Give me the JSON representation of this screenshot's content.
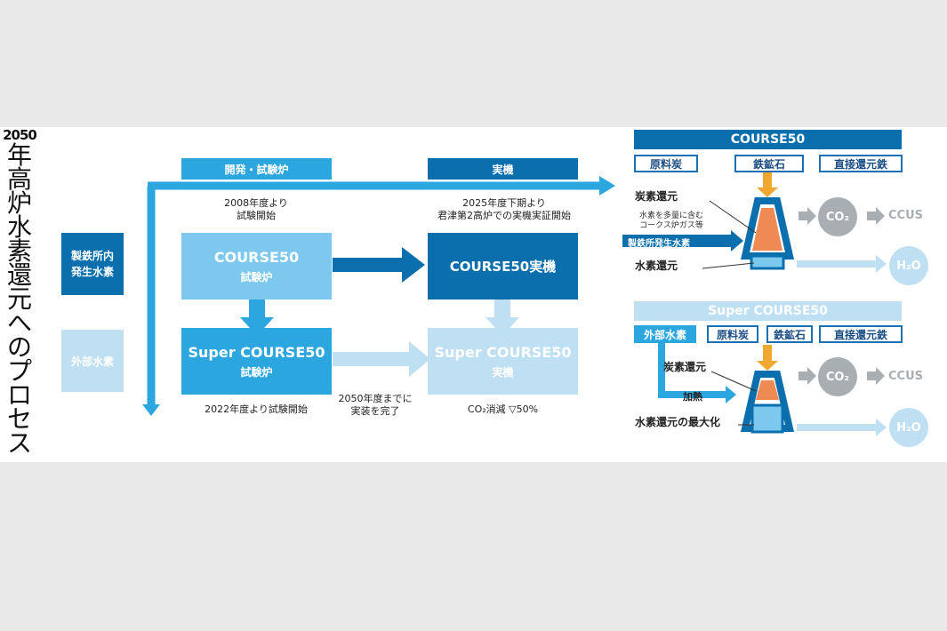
{
  "vertical_title": {
    "year": "2050",
    "chars": [
      "年",
      "高",
      "炉",
      "水",
      "素",
      "還",
      "元",
      "へ",
      "の",
      "プ",
      "ロ",
      "セ",
      "ス"
    ]
  },
  "left_boxes": {
    "internal": "製鉄所内\n発生水素",
    "external": "外部水素"
  },
  "phase_tags": {
    "dev": "開発・試験炉",
    "real": "実機"
  },
  "notes": {
    "start_2008": "2008年度より\n試験開始",
    "start_2025": "2025年度下期より\n君津第2高炉での実機実証開始",
    "start_2022": "2022年度より試験開始",
    "by_2050": "2050年度までに\n実装を完了",
    "co2_cut": "CO₂消減 ▽50%"
  },
  "boxes": {
    "c50_test": {
      "title": "COURSE50",
      "sub": "試験炉"
    },
    "c50_real": {
      "title": "COURSE50実機"
    },
    "sc50_test": {
      "title": "Super COURSE50",
      "sub": "試験炉"
    },
    "sc50_real": {
      "title": "Super COURSE50",
      "sub": "実機"
    }
  },
  "right_top": {
    "header": "COURSE50",
    "inputs": [
      "原料炭",
      "鉄鉱石",
      "直接還元鉄"
    ],
    "carbon_label": "炭素還元",
    "gas_note": "水素を多量に含む\nコークス炉ガス等",
    "internal_h2": "製鉄所発生水素",
    "h2_label": "水素還元",
    "co2": "CO₂",
    "ccus": "CCUS",
    "h2o": "H₂O"
  },
  "right_bottom": {
    "header": "Super COURSE50",
    "external": "外部水素",
    "inputs": [
      "原料炭",
      "鉄鉱石",
      "直接還元鉄"
    ],
    "carbon_label": "炭素還元",
    "heat": "加熱",
    "h2_label": "水素還元の最大化",
    "co2": "CO₂",
    "ccus": "CCUS",
    "h2o": "H₂O"
  },
  "colors": {
    "dark": "#0b6fad",
    "mid": "#2ca6df",
    "light": "#bfe0f2",
    "orange": "#f08a54",
    "gray": "#a9aeb3",
    "gold": "#f0a830"
  }
}
